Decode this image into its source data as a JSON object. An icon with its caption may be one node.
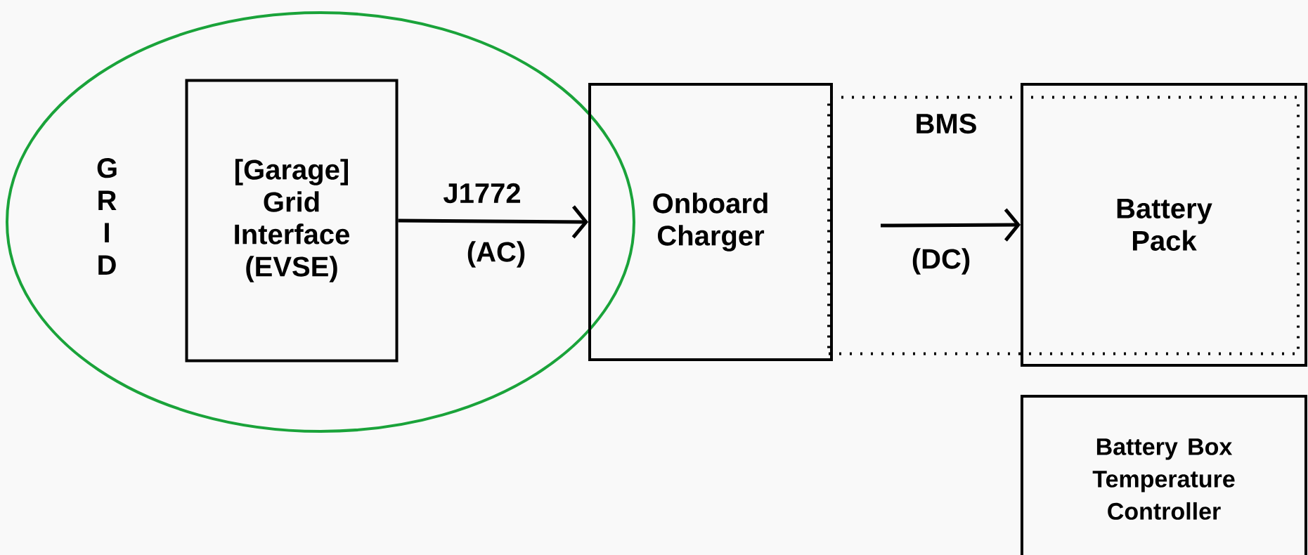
{
  "diagram": {
    "nodes": [
      {
        "text": [
          "G R I D"
        ]
      },
      {
        "text": [
          "[Garage] Grid Interface (EVSE)"
        ],
        "in": 0
      },
      {
        "text": [
          "Onboard Charger"
        ]
      },
      {
        "text": [
          "BMS"
        ]
      },
      {
        "text": [
          "Battery Pack"
        ]
      },
      {
        "text": [
          "Battery Box Temperature Controller"
        ]
      }
    ],
    "edges": [
      {
        "from": 1,
        "to": 2,
        "arrow": "to",
        "label": "J1772"
      },
      {
        "from": 3,
        "to": 4,
        "arrow": "to",
        "label": "(DC)"
      }
    ],
    "labels": [
      "(AC)"
    ]
  }
}
